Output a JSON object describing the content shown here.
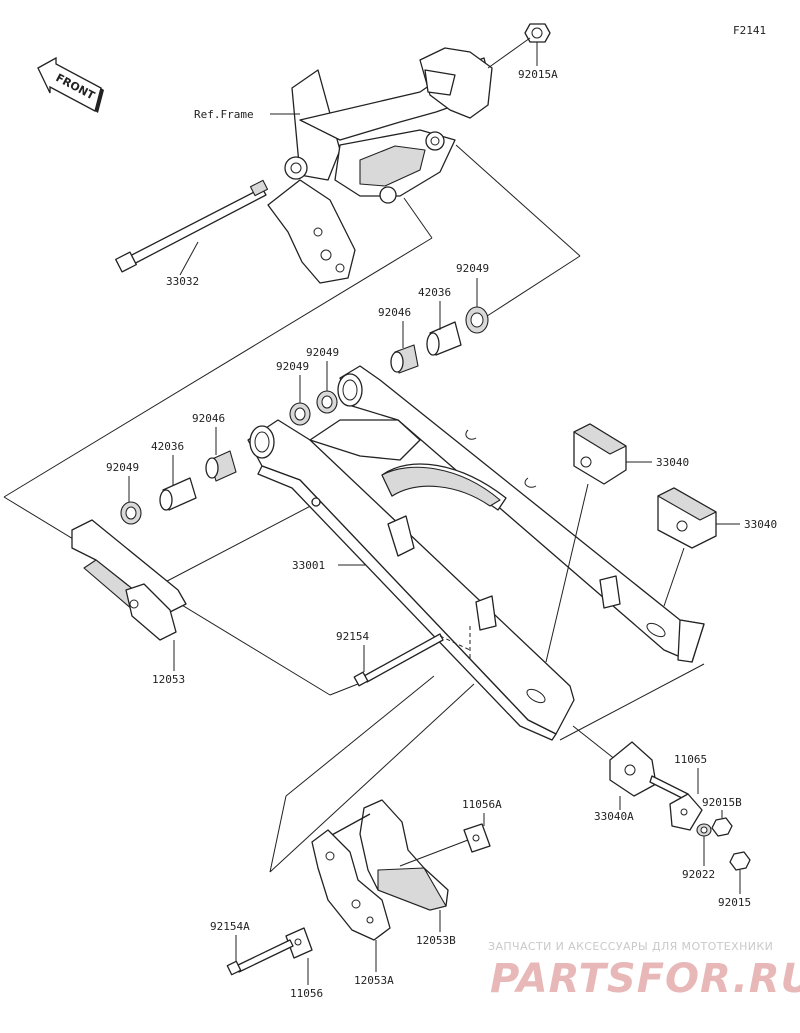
{
  "figure_code": "F2141",
  "front_label": "FRONT",
  "ref_frame_label": "Ref.Frame",
  "parts": {
    "p92015A": "92015A",
    "p33032": "33032",
    "p92049_top": "92049",
    "p42036_top": "42036",
    "p92046_top": "92046",
    "p92049_mid1": "92049",
    "p92049_mid2": "92049",
    "p92046_left": "92046",
    "p42036_left": "42036",
    "p92049_left": "92049",
    "p33040_a": "33040",
    "p33040_b": "33040",
    "p33001": "33001",
    "p12053": "12053",
    "p92154": "92154",
    "p11065": "11065",
    "p33040A": "33040A",
    "p92015B": "92015B",
    "p92022": "92022",
    "p92015": "92015",
    "p11056A": "11056A",
    "p12053B": "12053B",
    "p92154A": "92154A",
    "p12053A": "12053A",
    "p11056": "11056"
  },
  "watermark": {
    "line1": "ЗАПЧАСТИ И АКСЕССУАРЫ ДЛЯ МОТОТЕХНИКИ",
    "line2": "PARTSFOR.RU",
    "color": "#e8b7b7"
  }
}
